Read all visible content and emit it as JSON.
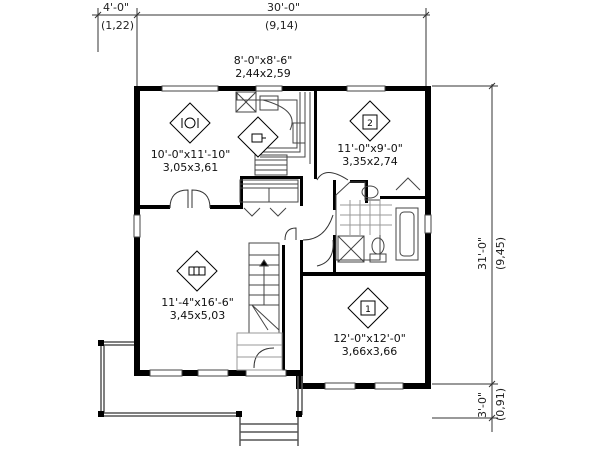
{
  "dimensions": {
    "top_left": {
      "imperial": "4'-0\"",
      "metric": "(1,22)"
    },
    "top_main": {
      "imperial": "30'-0\"",
      "metric": "(9,14)"
    },
    "right_main": {
      "imperial": "31'-0\"",
      "metric": "(9,45)"
    },
    "right_porch": {
      "imperial": "3'-0\"",
      "metric": "(0,91)"
    }
  },
  "rooms": {
    "kitchen": {
      "imperial": "8'-0\"x8'-6\"",
      "metric": "2,44x2,59",
      "icon": "kitchen-pot-icon"
    },
    "dining": {
      "imperial": "10'-0\"x11'-10\"",
      "metric": "3,05x3,61",
      "icon": "dining-plate-icon"
    },
    "bedroom2": {
      "imperial": "11'-0\"x9'-0\"",
      "metric": "3,35x2,74",
      "icon": "bed-icon",
      "number": "2"
    },
    "living": {
      "imperial": "11'-4\"x16'-6\"",
      "metric": "3,45x5,03",
      "icon": "sofa-icon"
    },
    "bedroom1": {
      "imperial": "12'-0\"x12'-0\"",
      "metric": "3,66x3,66",
      "icon": "bed-icon",
      "number": "1"
    }
  },
  "colors": {
    "wall": "#000000",
    "line": "#555555",
    "background": "#ffffff"
  }
}
